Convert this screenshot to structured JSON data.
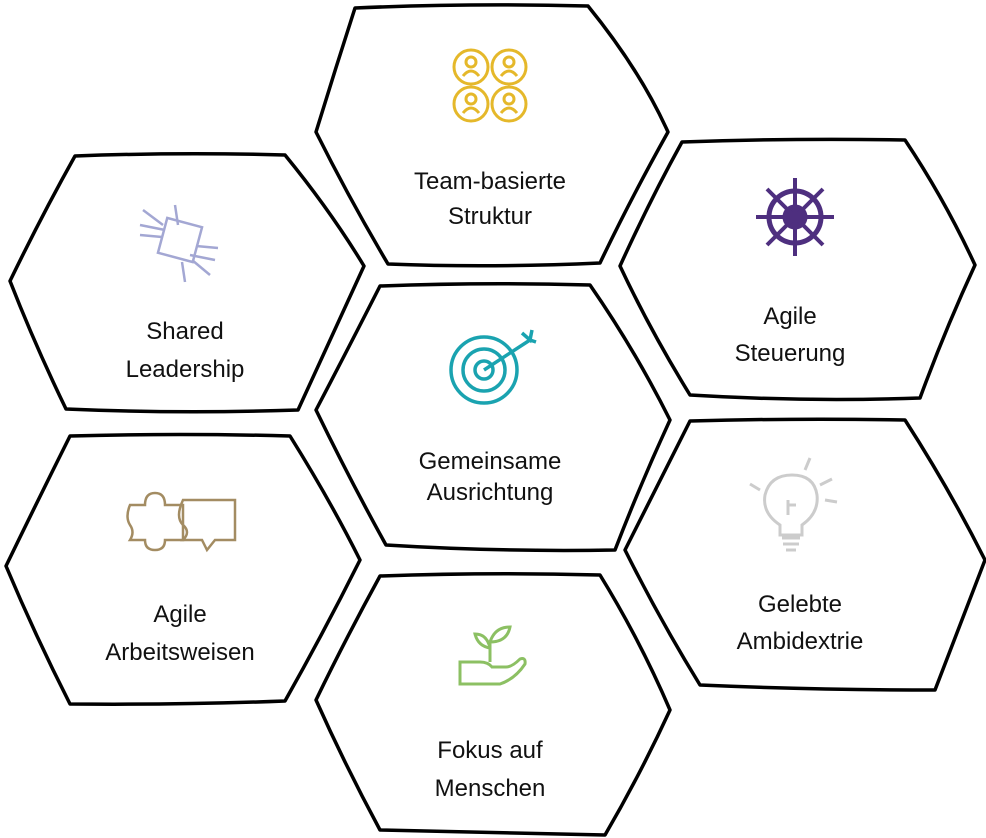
{
  "cells": [
    {
      "id": "team",
      "line1": "Team-basierte",
      "line2": "Struktur",
      "icon": "team-icon",
      "color": "#e5b82a"
    },
    {
      "id": "shared",
      "line1": "Shared",
      "line2": "Leadership",
      "icon": "hands-icon",
      "color": "#a3a7d3"
    },
    {
      "id": "steuerung",
      "line1": "Agile",
      "line2": "Steuerung",
      "icon": "ship-wheel-icon",
      "color": "#4e2f7f"
    },
    {
      "id": "ausrichtung",
      "line1": "Gemeinsame",
      "line2": "Ausrichtung",
      "icon": "target-icon",
      "color": "#1aa3b0"
    },
    {
      "id": "arbeitsweisen",
      "line1": "Agile",
      "line2": "Arbeitsweisen",
      "icon": "puzzle-icon",
      "color": "#a38c62"
    },
    {
      "id": "ambidextrie",
      "line1": "Gelebte",
      "line2": "Ambidextrie",
      "icon": "lightbulb-icon",
      "color": "#cccccc"
    },
    {
      "id": "menschen",
      "line1": "Fokus auf",
      "line2": "Menschen",
      "icon": "plant-hand-icon",
      "color": "#8cc063"
    }
  ]
}
